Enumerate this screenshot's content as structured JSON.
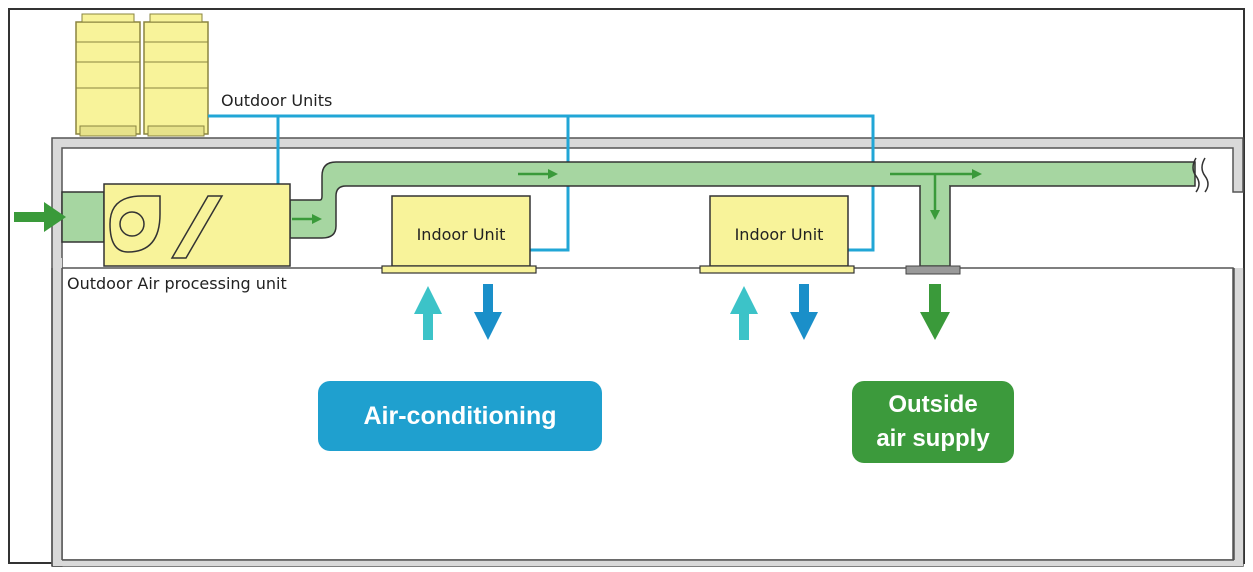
{
  "labels": {
    "outdoor_units": "Outdoor Units",
    "outdoor_air_processing_unit": "Outdoor Air processing unit",
    "indoor_unit_1": "Indoor Unit",
    "indoor_unit_2": "Indoor Unit"
  },
  "badges": {
    "air_conditioning": "Air-conditioning",
    "outside_air_line1": "Outside",
    "outside_air_line2": "air supply"
  },
  "colors": {
    "duct_green": "#a6d6a1",
    "arrow_green": "#3a9a3a",
    "pipe_blue": "#21a6d6",
    "return_cyan": "#3cc3c8",
    "supply_blue": "#1a8fc9",
    "unit_yellow": "#f8f39a",
    "badge_blue": "#1fa0cf",
    "badge_green": "#3c9a3c",
    "wall_gray": "#d9d9d9"
  },
  "icons": [
    "fan-icon",
    "filter-icon",
    "break-mark-icon",
    "arrow-icon"
  ]
}
